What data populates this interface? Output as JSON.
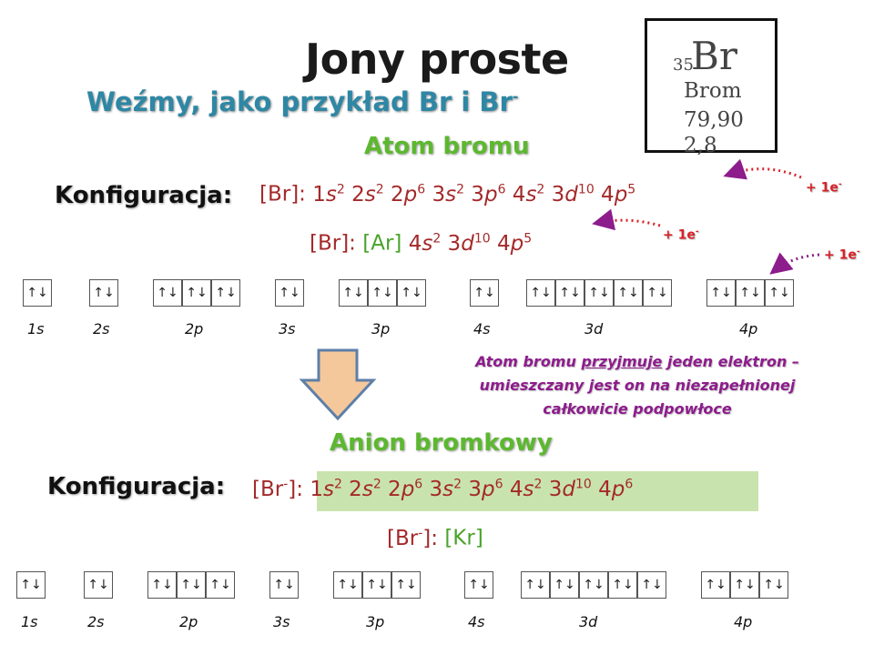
{
  "slide": {
    "title": "Jony proste",
    "subtitle_prefix": "Weźmy, jako przykład Br i Br",
    "subtitle_sup": "-"
  },
  "element_card": {
    "atomic_number": "35",
    "symbol": "Br",
    "name": "Brom",
    "mass": "79,90",
    "shells": "2,8"
  },
  "atom": {
    "heading": "Atom bromu",
    "label": "Konfiguracja:",
    "config_prefix": "[Br]:",
    "short_prefix": "[Br]:",
    "short_core": "[Ar]",
    "electron_notes": [
      "+ 1e",
      "+ 1e",
      "+ 1e"
    ],
    "electron_sup": "-"
  },
  "orbitals": {
    "labels": [
      "1s",
      "2s",
      "2p",
      "3s",
      "3p",
      "4s",
      "3d",
      "4p"
    ],
    "atom_fill": [
      "↑↓",
      "↑↓",
      "↑↓",
      "↑↓",
      "↑↓",
      "↑↓",
      "↑↓",
      "↑↓",
      "↑↓",
      "↑↓",
      "↑↓",
      "↑↓",
      "↑↓",
      "↑↓",
      "↑↓",
      "↑↓",
      "↑↓",
      "↑↓",
      "↑"
    ],
    "anion_fill": [
      "↑↓",
      "↑↓",
      "↑↓",
      "↑↓",
      "↑↓",
      "↑↓",
      "↑↓",
      "↑↓",
      "↑↓",
      "↑↓",
      "↑↓",
      "↑↓",
      "↑↓",
      "↑↓",
      "↑↓",
      "↑↓",
      "↑↓",
      "↑↓",
      "↑↓"
    ]
  },
  "note": {
    "line1_a": "Atom bromu ",
    "line1_u": "przyjmuje",
    "line1_b": " jeden elektron –",
    "line2": "umieszczany jest on na niezapełnionej",
    "line3": "całkowicie podpowłoce"
  },
  "anion": {
    "heading": "Anion bromkowy",
    "label": "Konfiguracja:",
    "short_core": "[Kr]"
  },
  "colors": {
    "subtitle": "#2e87a4",
    "heading": "#5cb82f",
    "config": "#a4292a",
    "note": "#8d1c8c",
    "arrow": "#f5c89c"
  }
}
